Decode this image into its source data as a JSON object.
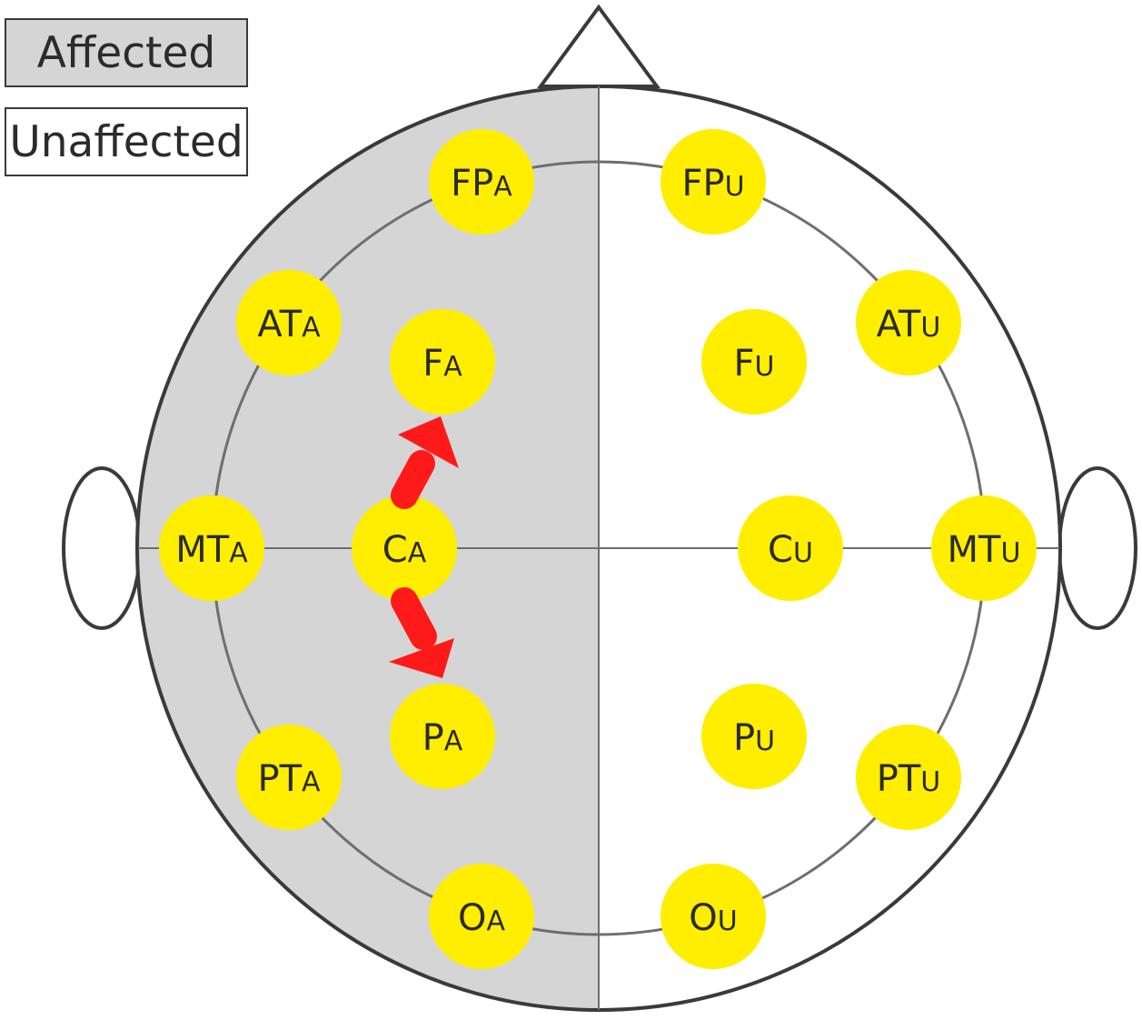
{
  "legend": {
    "affected": "Affected",
    "unaffected": "Unaffected"
  },
  "colors": {
    "affected_fill": "#d5d5d5",
    "unaffected_fill": "#ffffff",
    "electrode": "#ffee00",
    "arrow": "#ff1a1a",
    "outline": "#3a3a3a"
  },
  "electrodes": [
    {
      "name": "FP",
      "sub": "A",
      "hemisphere": "affected"
    },
    {
      "name": "AT",
      "sub": "A",
      "hemisphere": "affected"
    },
    {
      "name": "F",
      "sub": "A",
      "hemisphere": "affected"
    },
    {
      "name": "MT",
      "sub": "A",
      "hemisphere": "affected"
    },
    {
      "name": "C",
      "sub": "A",
      "hemisphere": "affected"
    },
    {
      "name": "P",
      "sub": "A",
      "hemisphere": "affected"
    },
    {
      "name": "PT",
      "sub": "A",
      "hemisphere": "affected"
    },
    {
      "name": "O",
      "sub": "A",
      "hemisphere": "affected"
    },
    {
      "name": "FP",
      "sub": "U",
      "hemisphere": "unaffected"
    },
    {
      "name": "AT",
      "sub": "U",
      "hemisphere": "unaffected"
    },
    {
      "name": "F",
      "sub": "U",
      "hemisphere": "unaffected"
    },
    {
      "name": "C",
      "sub": "U",
      "hemisphere": "unaffected"
    },
    {
      "name": "MT",
      "sub": "U",
      "hemisphere": "unaffected"
    },
    {
      "name": "P",
      "sub": "U",
      "hemisphere": "unaffected"
    },
    {
      "name": "PT",
      "sub": "U",
      "hemisphere": "unaffected"
    },
    {
      "name": "O",
      "sub": "U",
      "hemisphere": "unaffected"
    }
  ],
  "arrows": [
    {
      "from": "CA",
      "to": "FA"
    },
    {
      "from": "CA",
      "to": "PA"
    }
  ]
}
